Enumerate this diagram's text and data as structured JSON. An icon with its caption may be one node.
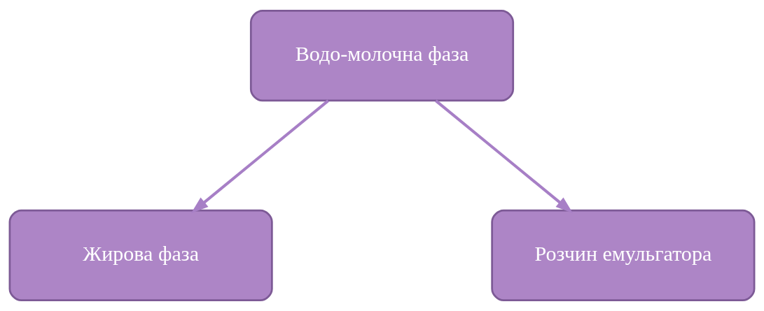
{
  "diagram": {
    "nodes": [
      {
        "text": [
          "Водо-молочна фаза"
        ]
      },
      {
        "text": [
          "Жирова фаза"
        ]
      },
      {
        "text": [
          "Розчин емульгатора"
        ]
      }
    ],
    "edges": [
      {
        "from": 0,
        "to": 1,
        "arrow": "to"
      },
      {
        "from": 0,
        "to": 2,
        "arrow": "to"
      }
    ]
  }
}
